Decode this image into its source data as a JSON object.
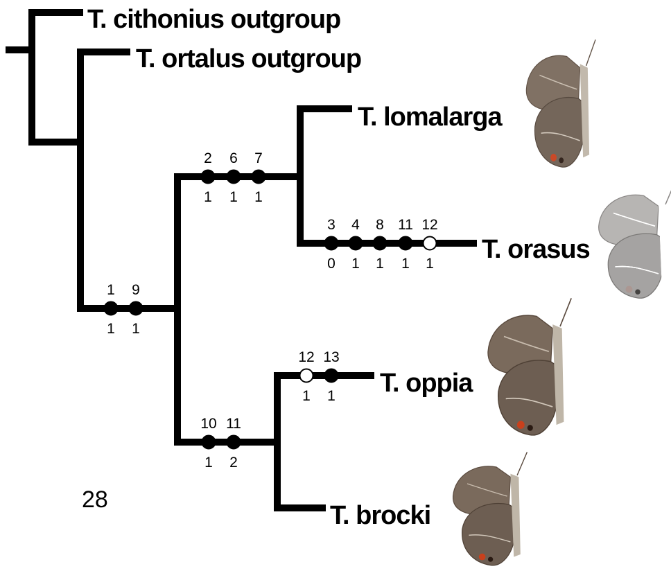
{
  "taxa": [
    "T. cithonius outgroup",
    "T. ortalus outgroup",
    "T. lomalarga",
    "T. orasus",
    "T. oppia",
    "T. brocki"
  ],
  "figure_number": "28",
  "branches": {
    "clade_ab": {
      "characters": [
        "1",
        "9"
      ],
      "states": [
        "1",
        "1"
      ],
      "homoplasy": [
        false,
        false
      ]
    },
    "clade_a": {
      "characters": [
        "2",
        "6",
        "7"
      ],
      "states": [
        "1",
        "1",
        "1"
      ],
      "homoplasy": [
        false,
        false,
        false
      ]
    },
    "orasus": {
      "characters": [
        "3",
        "4",
        "8",
        "11",
        "12"
      ],
      "states": [
        "0",
        "1",
        "1",
        "1",
        "1"
      ],
      "homoplasy": [
        false,
        false,
        false,
        false,
        true
      ]
    },
    "clade_b": {
      "characters": [
        "10",
        "11"
      ],
      "states": [
        "1",
        "2"
      ],
      "homoplasy": [
        false,
        false
      ]
    },
    "oppia": {
      "characters": [
        "12",
        "13"
      ],
      "states": [
        "1",
        "1"
      ],
      "homoplasy": [
        true,
        false
      ]
    }
  },
  "colors": {
    "line": "#000000",
    "synapomorphy": "#000000",
    "homoplasy": "#ffffff"
  },
  "butterfly_images": [
    {
      "taxon": "T. lomalarga",
      "icon": "butterfly-icon"
    },
    {
      "taxon": "T. orasus",
      "icon": "butterfly-icon"
    },
    {
      "taxon": "T. oppia",
      "icon": "butterfly-icon"
    },
    {
      "taxon": "T. brocki",
      "icon": "butterfly-icon"
    }
  ]
}
